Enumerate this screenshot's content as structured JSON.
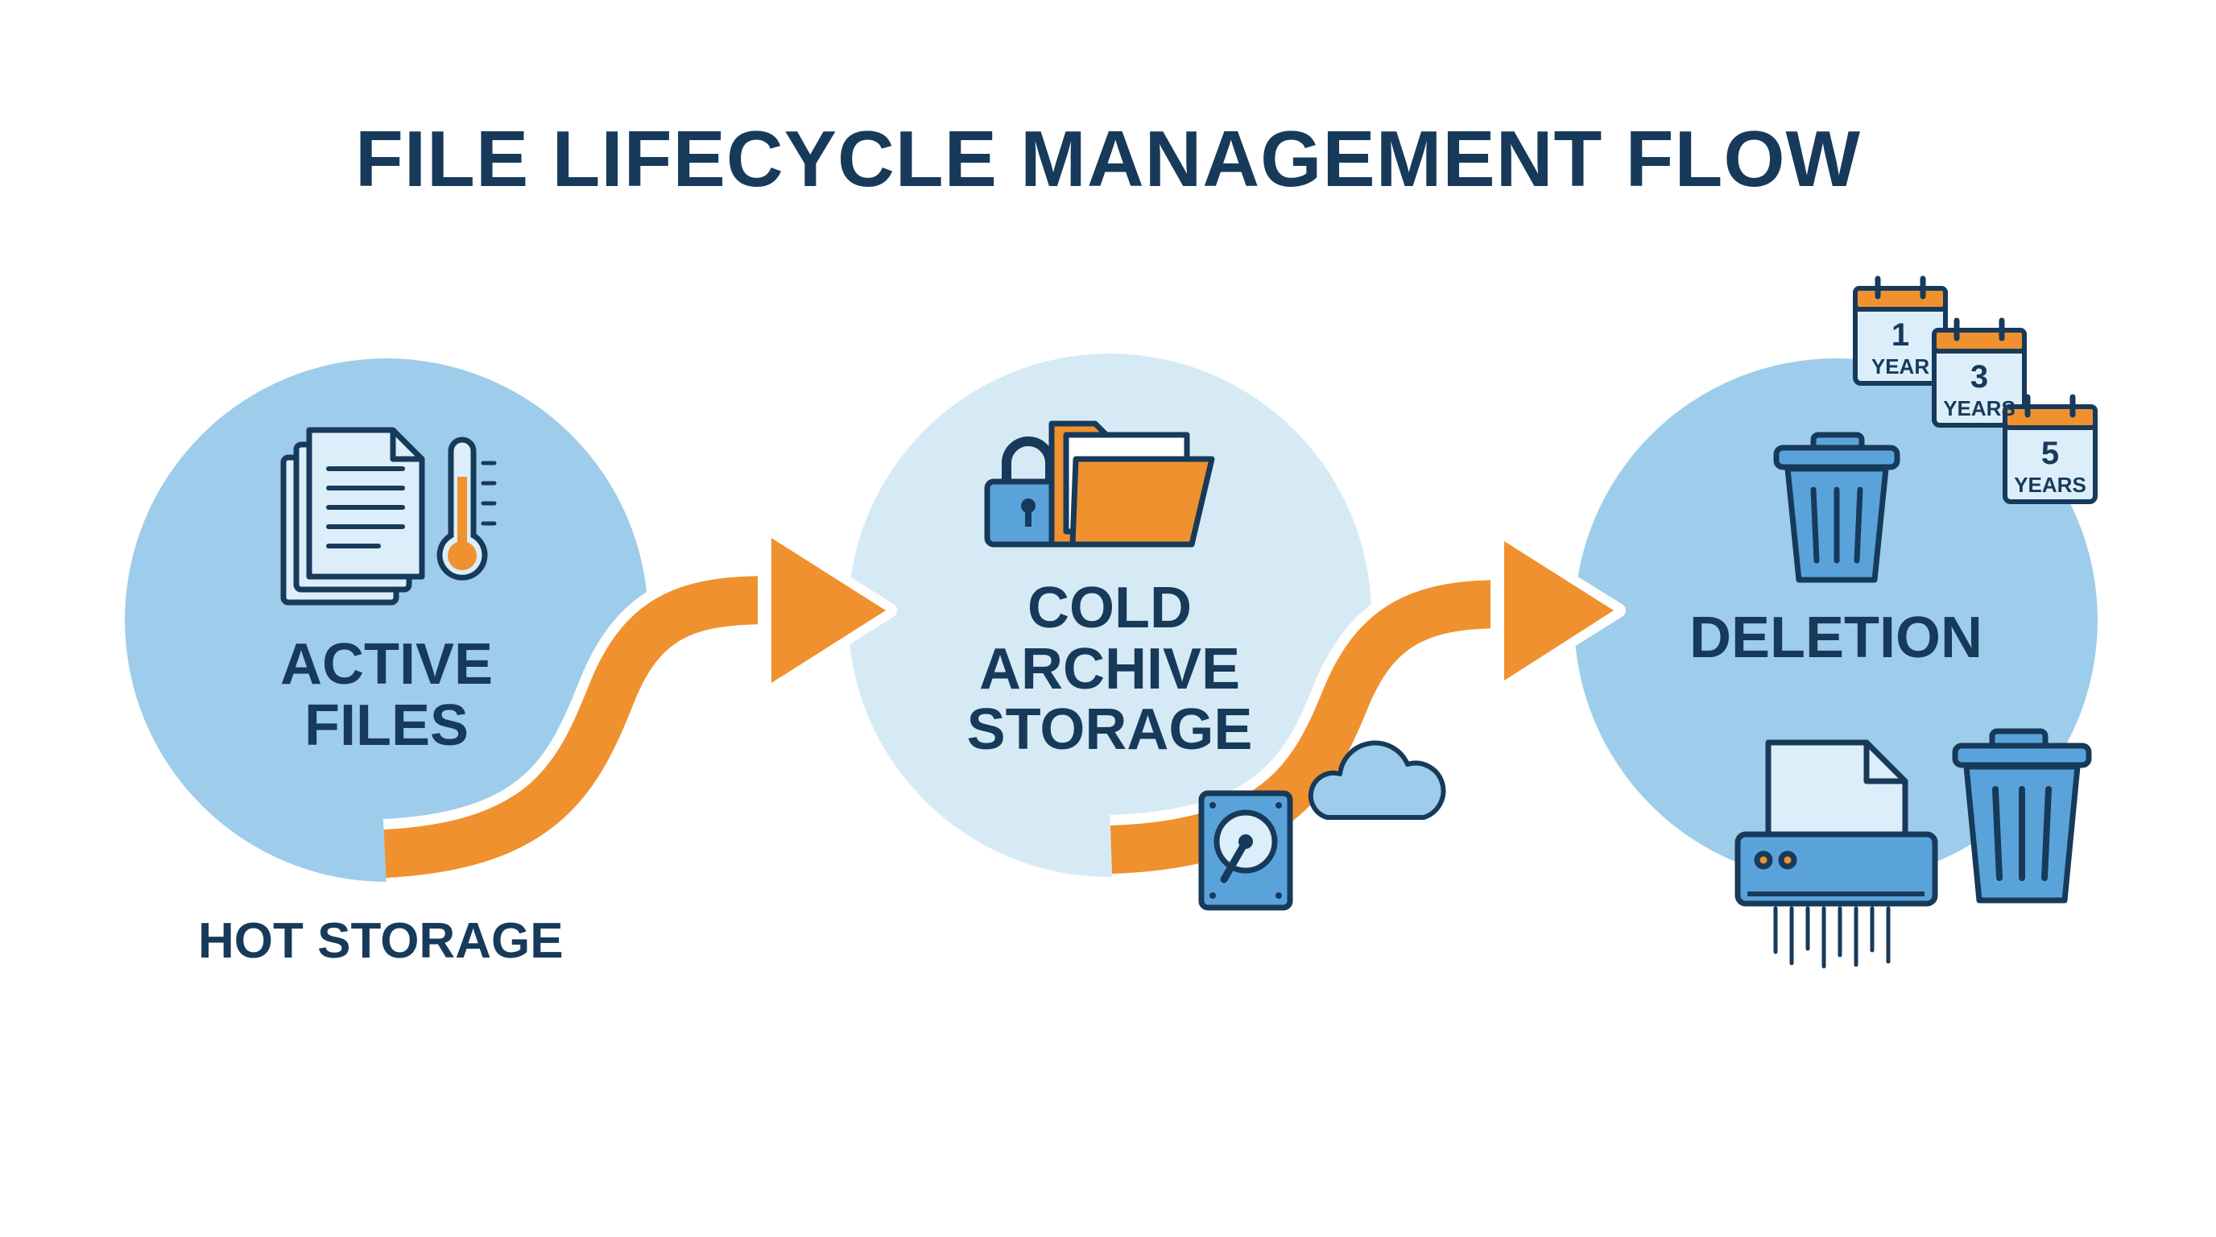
{
  "title": "FILE LIFECYCLE MANAGEMENT FLOW",
  "stages": [
    {
      "lines": [
        "ACTIVE",
        "FILES"
      ],
      "caption": "HOT STORAGE"
    },
    {
      "lines": [
        "COLD",
        "ARCHIVE",
        "STORAGE"
      ]
    },
    {
      "lines": [
        "DELETION"
      ]
    }
  ],
  "retention": [
    {
      "number": "1",
      "unit": "YEAR"
    },
    {
      "number": "3",
      "unit": "YEARS"
    },
    {
      "number": "5",
      "unit": "YEARS"
    }
  ],
  "colors": {
    "title_text": "#173a5a",
    "circle_active": "#9dcdea",
    "circle_archive": "#d6eaf6",
    "circle_deletion": "#9dcdea",
    "arrow": "#f0912f",
    "icon_fill": "#dbeefa",
    "icon_blue": "#5aa3da",
    "icon_orange": "#f0912f",
    "outline": "#173a5a"
  },
  "icons": [
    "document-stack-icon",
    "thermometer-icon",
    "padlock-icon",
    "folder-icon",
    "hard-drive-icon",
    "cloud-icon",
    "calendar-icon",
    "trash-can-icon",
    "paper-shredder-icon"
  ]
}
